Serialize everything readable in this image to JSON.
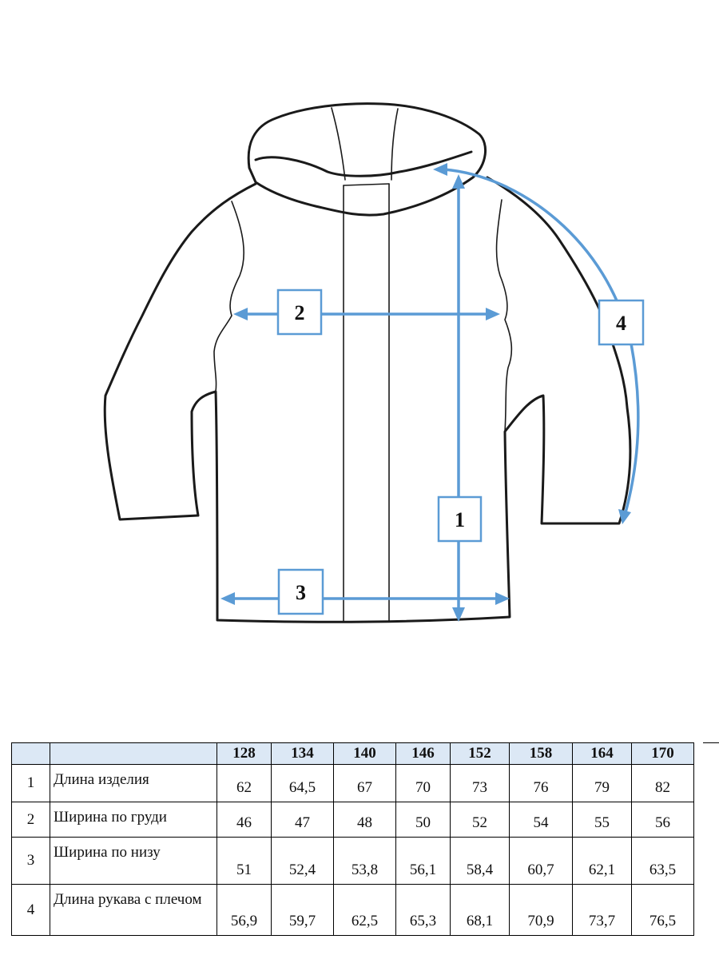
{
  "diagram": {
    "labels": [
      "1",
      "2",
      "3",
      "4"
    ],
    "arrow_color": "#5b9bd5",
    "outline_color": "#1a1a1a"
  },
  "table": {
    "header_bg": "#dce8f5",
    "sizes": [
      "128",
      "134",
      "140",
      "146",
      "152",
      "158",
      "164",
      "170"
    ],
    "rows": [
      {
        "num": "1",
        "name": "Длина изделия",
        "values": [
          "62",
          "64,5",
          "67",
          "70",
          "73",
          "76",
          "79",
          "82"
        ]
      },
      {
        "num": "2",
        "name": "Ширина по груди",
        "values": [
          "46",
          "47",
          "48",
          "50",
          "52",
          "54",
          "55",
          "56"
        ]
      },
      {
        "num": "3",
        "name": "Ширина по низу",
        "values": [
          "51",
          "52,4",
          "53,8",
          "56,1",
          "58,4",
          "60,7",
          "62,1",
          "63,5"
        ]
      },
      {
        "num": "4",
        "name": "Длина рукава с плечом",
        "values": [
          "56,9",
          "59,7",
          "62,5",
          "65,3",
          "68,1",
          "70,9",
          "73,7",
          "76,5"
        ]
      }
    ]
  }
}
